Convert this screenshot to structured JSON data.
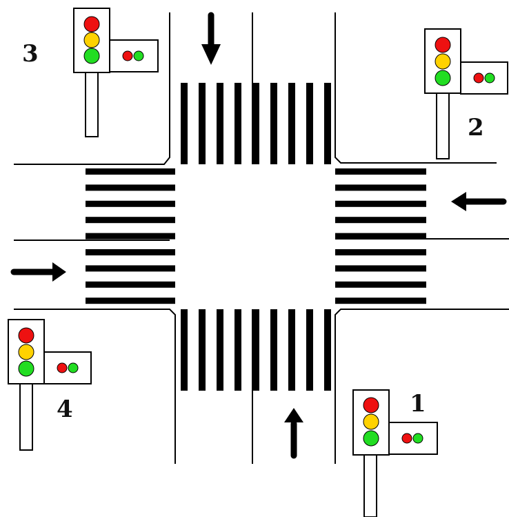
{
  "labels": {
    "light_1": "1",
    "light_2": "2",
    "light_3": "3",
    "light_4": "4"
  },
  "colors": {
    "background": "#ffffff",
    "road_line": "#000000",
    "crosswalk": "#000000",
    "arrow": "#000000",
    "housing_fill": "#ffffff",
    "red_lamp": "#ee1111",
    "yellow_lamp": "#ffd200",
    "green_lamp": "#22dd22"
  },
  "traffic_lights": [
    {
      "id": "1",
      "lamps": [
        "red",
        "yellow",
        "green"
      ],
      "pedestrian_lamps": [
        "red",
        "green"
      ]
    },
    {
      "id": "2",
      "lamps": [
        "red",
        "yellow",
        "green"
      ],
      "pedestrian_lamps": [
        "red",
        "green"
      ]
    },
    {
      "id": "3",
      "lamps": [
        "red",
        "yellow",
        "green"
      ],
      "pedestrian_lamps": [
        "red",
        "green"
      ]
    },
    {
      "id": "4",
      "lamps": [
        "red",
        "yellow",
        "green"
      ],
      "pedestrian_lamps": [
        "red",
        "green"
      ]
    }
  ],
  "arrows": [
    {
      "id": "north-approach",
      "direction": "down"
    },
    {
      "id": "south-approach",
      "direction": "up"
    },
    {
      "id": "east-approach",
      "direction": "left"
    },
    {
      "id": "west-approach",
      "direction": "right"
    }
  ]
}
